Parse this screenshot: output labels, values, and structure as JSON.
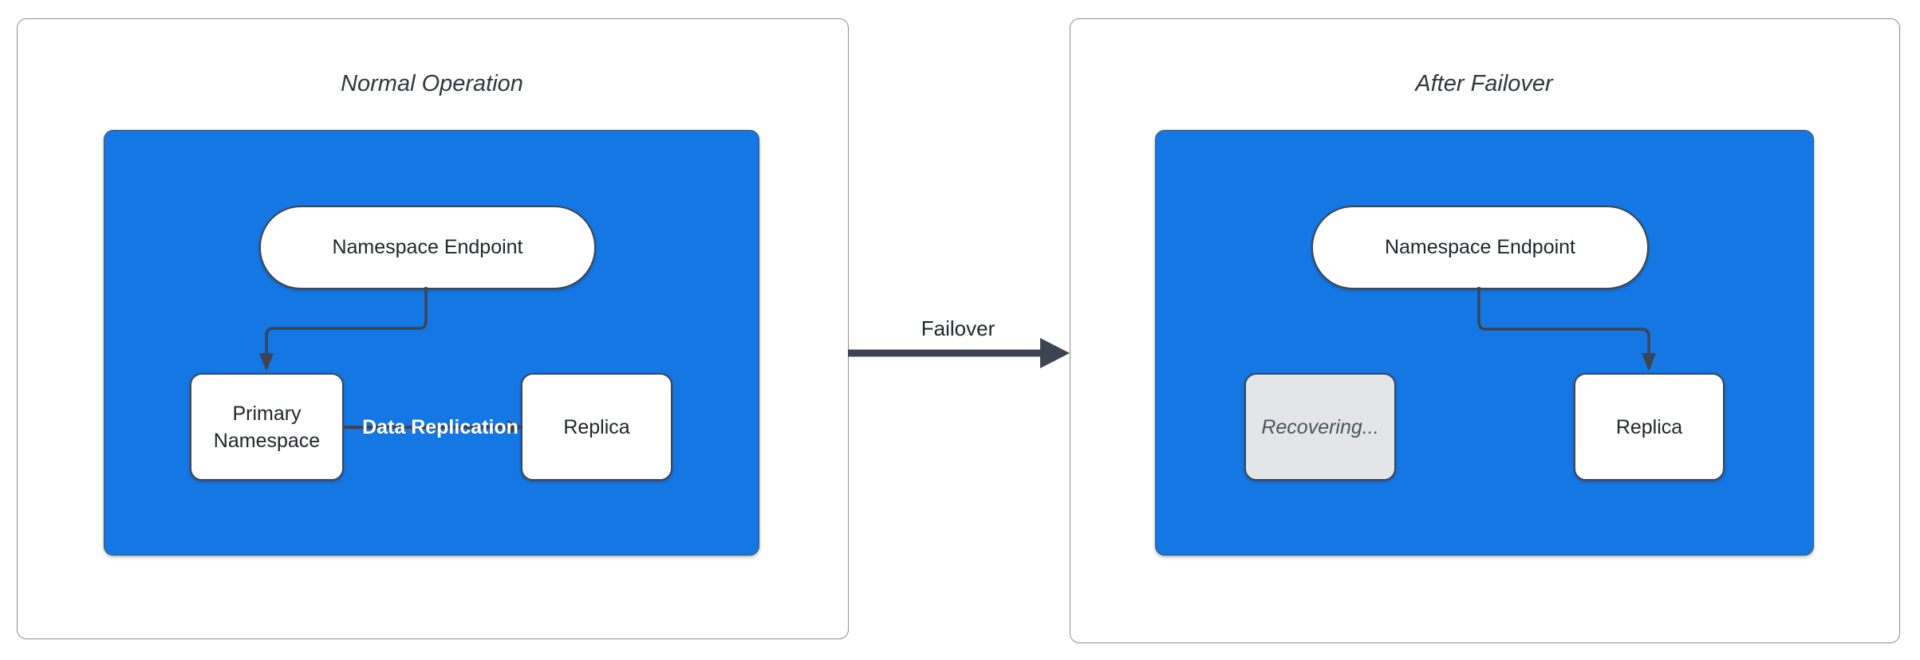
{
  "diagram": {
    "transition_label": "Failover",
    "panels": [
      {
        "title": "Normal Operation",
        "endpoint_label": "Namespace Endpoint",
        "edge_label": "Data Replication",
        "nodes": [
          {
            "label": "Primary Namespace",
            "state": "active"
          },
          {
            "label": "Replica",
            "state": "active"
          }
        ]
      },
      {
        "title": "After Failover",
        "endpoint_label": "Namespace Endpoint",
        "nodes": [
          {
            "label": "Recovering...",
            "state": "recovering"
          },
          {
            "label": "Replica",
            "state": "active"
          }
        ]
      }
    ],
    "colors": {
      "cluster_fill": "#1477E3",
      "connector": "#3D4451",
      "node_border": "#3D4451",
      "node_fill": "#FFFFFF",
      "recovering_fill": "#E3E5E9",
      "panel_border": "#8F8F8F",
      "edge_label_text": "#FFFFFF"
    }
  }
}
